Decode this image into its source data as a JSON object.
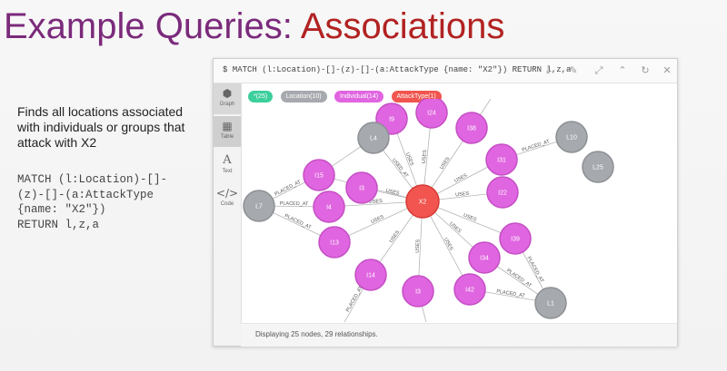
{
  "slide": {
    "title_part1": "Example Queries: ",
    "title_part2": "Associations",
    "title_color_1": "#7b2a7b",
    "title_color_2": "#b22222",
    "description": "Finds all locations associated with individuals or groups that attack with X2",
    "code_lines": [
      "MATCH (l:Location)-[]-",
      "(z)-[]-(a:AttackType",
      "{name: \"X2\"})",
      "RETURN l,z,a"
    ]
  },
  "browser": {
    "query": "$ MATCH (l:Location)-[]-(z)-[]-(a:AttackType {name: \"X2\"}) RETURN l,z,a",
    "toolbar_icons": [
      "download-icon",
      "pin-icon",
      "expand-icon",
      "collapse-icon",
      "rerun-icon",
      "close-icon"
    ],
    "sidebar": [
      {
        "name": "graph",
        "label": "Graph",
        "icon": "graph-icon",
        "active": true
      },
      {
        "name": "table",
        "label": "Table",
        "icon": "table-icon",
        "active": false
      },
      {
        "name": "text",
        "label": "Text",
        "icon": "text-icon",
        "active": false
      },
      {
        "name": "code",
        "label": "Code",
        "icon": "code-icon",
        "active": false
      }
    ],
    "legend": [
      {
        "label": "*(25)",
        "kind": "all"
      },
      {
        "label": "Location(10)",
        "kind": "loc"
      },
      {
        "label": "Individual(14)",
        "kind": "ind"
      },
      {
        "label": "AttackType(1)",
        "kind": "att"
      }
    ],
    "status": "Displaying 25 nodes, 29 relationships."
  },
  "colors": {
    "individual": "#e065e0",
    "individual_stroke": "#c44fc4",
    "location": "#a6a9ad",
    "location_stroke": "#8c8f93",
    "attack": "#f2554f",
    "attack_stroke": "#d43a35",
    "edge": "#b5b5b5"
  },
  "graph": {
    "nodes": [
      {
        "id": "X2",
        "type": "attack"
      },
      {
        "id": "I9",
        "type": "individual"
      },
      {
        "id": "I24",
        "type": "individual"
      },
      {
        "id": "I38",
        "type": "individual"
      },
      {
        "id": "I31",
        "type": "individual"
      },
      {
        "id": "I22",
        "type": "individual"
      },
      {
        "id": "I15",
        "type": "individual"
      },
      {
        "id": "I3",
        "type": "individual"
      },
      {
        "id": "I4",
        "type": "individual"
      },
      {
        "id": "I13",
        "type": "individual"
      },
      {
        "id": "I14",
        "type": "individual"
      },
      {
        "id": "I3b",
        "label": "I3",
        "type": "individual"
      },
      {
        "id": "I42",
        "type": "individual"
      },
      {
        "id": "I34",
        "type": "individual"
      },
      {
        "id": "I39",
        "type": "individual"
      },
      {
        "id": "L4",
        "type": "location"
      },
      {
        "id": "L7",
        "type": "location"
      },
      {
        "id": "L10",
        "type": "location"
      },
      {
        "id": "L25",
        "type": "location"
      },
      {
        "id": "L1",
        "type": "location"
      }
    ],
    "edges": [
      {
        "from": "I9",
        "to": "X2",
        "label": "USES"
      },
      {
        "from": "I24",
        "to": "X2",
        "label": "USES"
      },
      {
        "from": "I38",
        "to": "X2",
        "label": "USES"
      },
      {
        "from": "I31",
        "to": "X2",
        "label": "USES"
      },
      {
        "from": "I22",
        "to": "X2",
        "label": "USES"
      },
      {
        "from": "I15",
        "to": "X2",
        "label": "USES"
      },
      {
        "from": "I3",
        "to": "X2",
        "label": "USES"
      },
      {
        "from": "I4",
        "to": "X2",
        "label": "USES"
      },
      {
        "from": "I13",
        "to": "X2",
        "label": "USES"
      },
      {
        "from": "I14",
        "to": "X2",
        "label": "USES"
      },
      {
        "from": "I3b",
        "to": "X2",
        "label": "USES"
      },
      {
        "from": "I42",
        "to": "X2",
        "label": "USES"
      },
      {
        "from": "I34",
        "to": "X2",
        "label": "USES"
      },
      {
        "from": "I39",
        "to": "X2",
        "label": "USES"
      },
      {
        "from": "L4",
        "to": "X2",
        "label": "USED_AT"
      },
      {
        "from": "I15",
        "to": "L7",
        "label": "PLACED_AT"
      },
      {
        "from": "I4",
        "to": "L7",
        "label": "PLACED_AT"
      },
      {
        "from": "I13",
        "to": "L7",
        "label": "PLACED_AT"
      },
      {
        "from": "I31",
        "to": "L10",
        "label": "PLACED_AT"
      },
      {
        "from": "I42",
        "to": "L1",
        "label": "PLACED_AT"
      },
      {
        "from": "I34",
        "to": "L1",
        "label": "PLACED_AT"
      },
      {
        "from": "I39",
        "to": "L1",
        "label": "PLACED_AT"
      },
      {
        "from": "I14",
        "to": "offscreen_a",
        "label": "PLACED_AT"
      },
      {
        "from": "I3b",
        "to": "offscreen_b",
        "label": ""
      },
      {
        "from": "I38",
        "to": "offscreen_c",
        "label": ""
      },
      {
        "from": "I15",
        "to": "L4",
        "label": ""
      }
    ]
  }
}
